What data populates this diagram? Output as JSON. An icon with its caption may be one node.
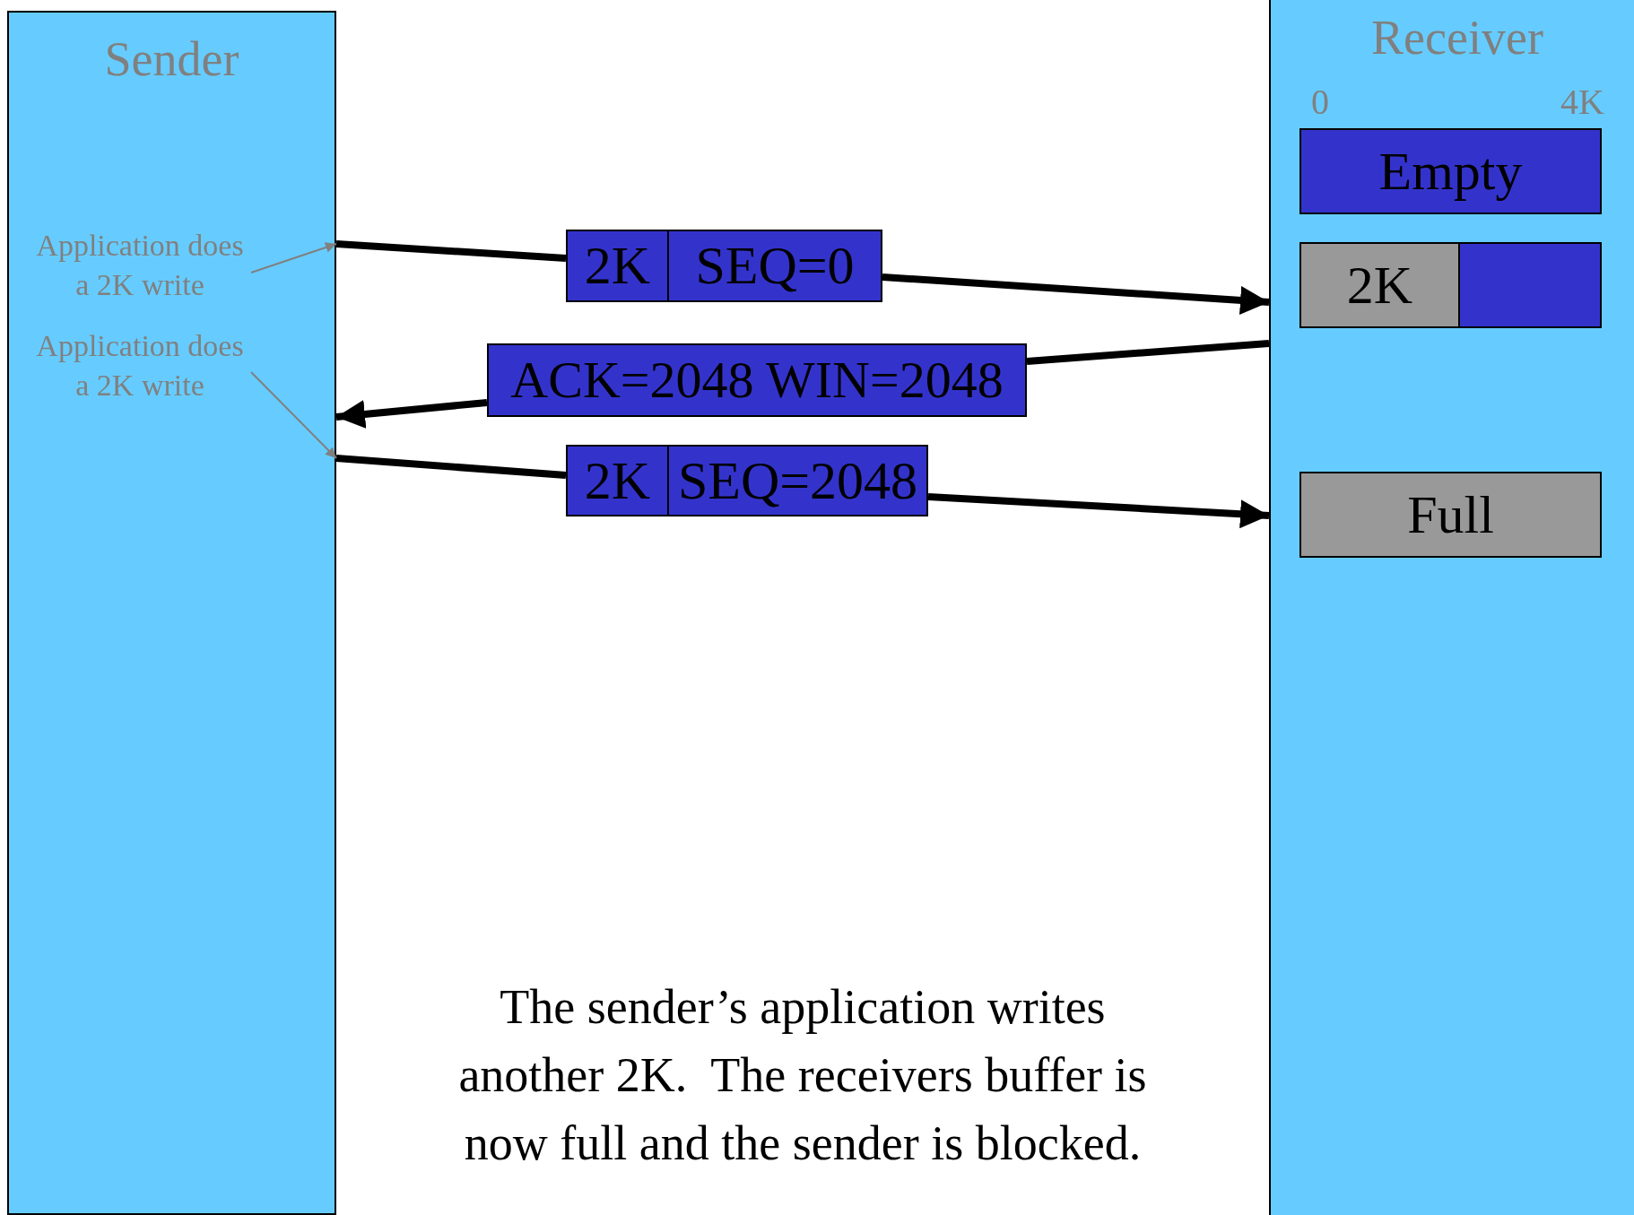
{
  "diagram": {
    "caption": "The sender’s application writes another 2K.  The receivers buffer is now full and the sender is blocked.",
    "nodes": [
      {
        "text": [
          "Sender"
        ]
      },
      {
        "text": [
          "Application does a 2K write"
        ],
        "in": 0
      },
      {
        "text": [
          "Application does a 2K write"
        ],
        "in": 0
      },
      {
        "text": [
          "Receiver"
        ]
      },
      {
        "text": [
          "Empty"
        ],
        "in": 3
      },
      {
        "text": [
          "2K"
        ],
        "in": 3
      },
      {
        "text": [
          "Full"
        ],
        "in": 3
      },
      {
        "text": [
          "2K",
          "SEQ=0"
        ]
      },
      {
        "text": [
          "ACK=2048 WIN=2048"
        ]
      },
      {
        "text": [
          "2K",
          "SEQ=2048"
        ]
      }
    ],
    "edges": [
      {
        "from": 0,
        "to": 7,
        "arrow": "none"
      },
      {
        "from": 7,
        "to": 3,
        "arrow": "to"
      },
      {
        "from": 3,
        "to": 8,
        "arrow": "none"
      },
      {
        "from": 8,
        "to": 0,
        "arrow": "to"
      },
      {
        "from": 0,
        "to": 9,
        "arrow": "none"
      },
      {
        "from": 9,
        "to": 3,
        "arrow": "to"
      },
      {
        "from": 1,
        "to": 0,
        "arrow": "to",
        "color": "#808080"
      },
      {
        "from": 2,
        "to": 0,
        "arrow": "to",
        "color": "#808080"
      }
    ],
    "labels": [
      "0",
      "4K"
    ]
  }
}
